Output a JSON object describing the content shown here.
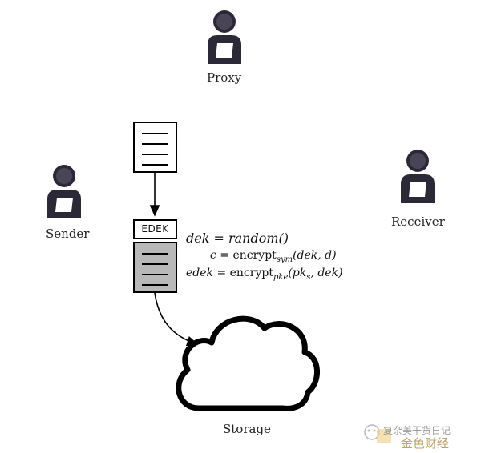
{
  "actors": {
    "proxy": "Proxy",
    "sender": "Sender",
    "receiver": "Receiver"
  },
  "document_stack": {
    "edek_label": "EDEK"
  },
  "storage_label": "Storage",
  "formulas": {
    "line1": {
      "var": "dek",
      "eq": " = ",
      "fn": "random()"
    },
    "line2": {
      "var": "c",
      "eq": " = encrypt",
      "sub": "sym",
      "args": "(dek, d)"
    },
    "line3": {
      "var": "edek",
      "eq": " = encrypt",
      "sub": "pke",
      "args_pre": "(pk",
      "args_sub": "s",
      "args_post": ", dek)"
    }
  },
  "watermark": {
    "line1": "复杂美干货日记",
    "line2": "金色财经"
  },
  "colors": {
    "person": "#2b2838",
    "stroke": "#000000",
    "doc_grey": "#b8b8b8",
    "background": "#ffffff"
  }
}
